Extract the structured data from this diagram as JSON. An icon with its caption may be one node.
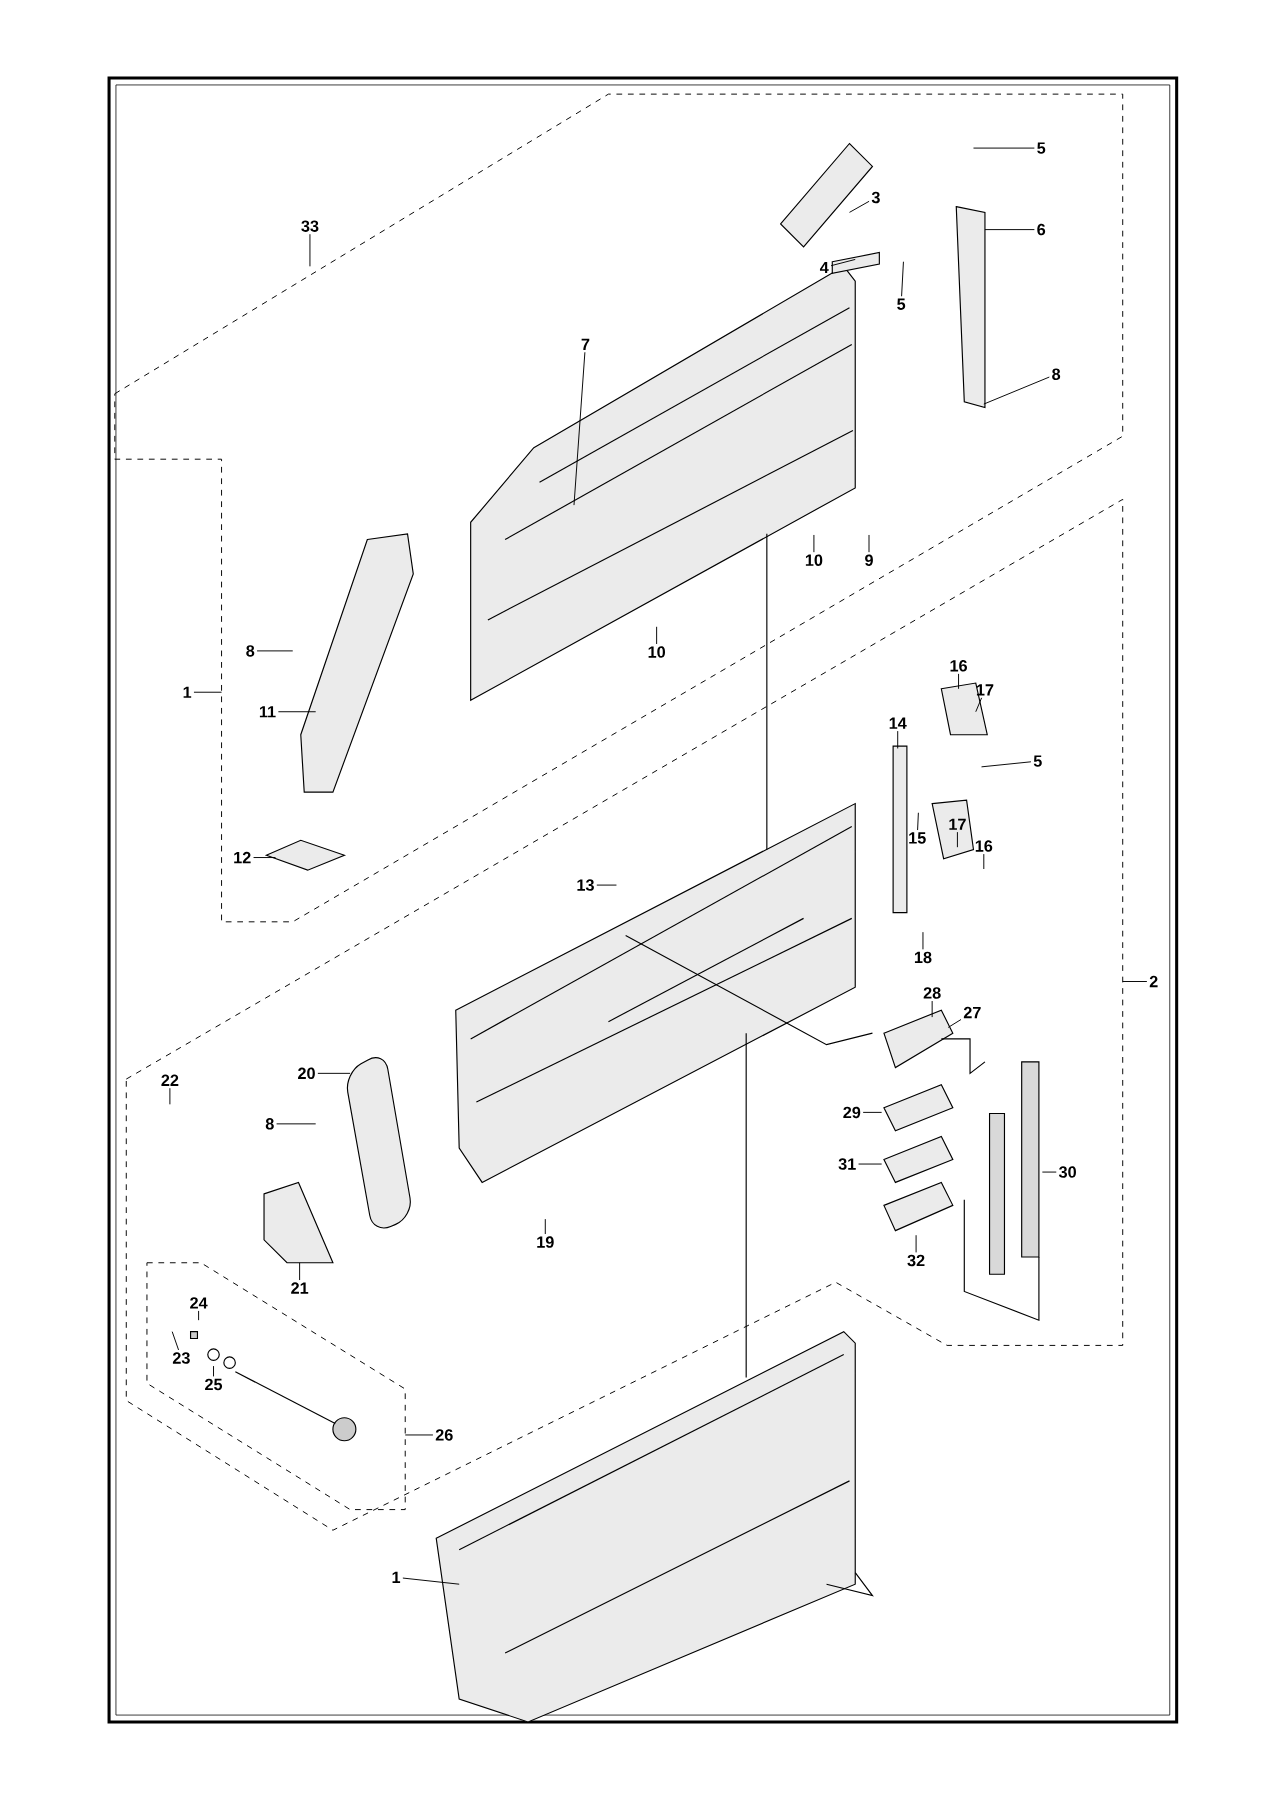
{
  "diagram": {
    "nodes": [
      {
        "text": [
          "5"
        ]
      },
      {
        "text": [
          "3"
        ]
      },
      {
        "text": [
          "33"
        ]
      },
      {
        "text": [
          "6"
        ]
      },
      {
        "text": [
          "4"
        ]
      },
      {
        "text": [
          "5"
        ]
      },
      {
        "text": [
          "7"
        ]
      },
      {
        "text": [
          "8"
        ]
      },
      {
        "text": [
          "10"
        ]
      },
      {
        "text": [
          "9"
        ]
      },
      {
        "text": [
          "10"
        ]
      },
      {
        "text": [
          "8"
        ]
      },
      {
        "text": [
          "16"
        ]
      },
      {
        "text": [
          "1"
        ]
      },
      {
        "text": [
          "17"
        ]
      },
      {
        "text": [
          "11"
        ]
      },
      {
        "text": [
          "14"
        ]
      },
      {
        "text": [
          "5"
        ]
      },
      {
        "text": [
          "17"
        ]
      },
      {
        "text": [
          "15"
        ]
      },
      {
        "text": [
          "16"
        ]
      },
      {
        "text": [
          "12"
        ]
      },
      {
        "text": [
          "13"
        ]
      },
      {
        "text": [
          "18"
        ]
      },
      {
        "text": [
          "2"
        ]
      },
      {
        "text": [
          "28"
        ]
      },
      {
        "text": [
          "27"
        ]
      },
      {
        "text": [
          "20"
        ]
      },
      {
        "text": [
          "22"
        ]
      },
      {
        "text": [
          "29"
        ]
      },
      {
        "text": [
          "8"
        ]
      },
      {
        "text": [
          "31"
        ]
      },
      {
        "text": [
          "30"
        ]
      },
      {
        "text": [
          "19"
        ]
      },
      {
        "text": [
          "32"
        ]
      },
      {
        "text": [
          "21"
        ]
      },
      {
        "text": [
          "24"
        ]
      },
      {
        "text": [
          "23"
        ]
      },
      {
        "text": [
          "25"
        ]
      },
      {
        "text": [
          "26"
        ]
      },
      {
        "text": [
          "1"
        ]
      }
    ],
    "edges": [
      {
        "from": 0,
        "to": null,
        "arrow": "none"
      },
      {
        "from": 1,
        "to": null,
        "arrow": "none"
      },
      {
        "from": 2,
        "to": null,
        "arrow": "none"
      },
      {
        "from": 3,
        "to": null,
        "arrow": "none"
      },
      {
        "from": 4,
        "to": null,
        "arrow": "none"
      },
      {
        "from": 5,
        "to": null,
        "arrow": "none"
      },
      {
        "from": 6,
        "to": null,
        "arrow": "none"
      },
      {
        "from": 7,
        "to": null,
        "arrow": "none"
      },
      {
        "from": 8,
        "to": null,
        "arrow": "none"
      },
      {
        "from": 9,
        "to": null,
        "arrow": "none"
      },
      {
        "from": 10,
        "to": null,
        "arrow": "none"
      },
      {
        "from": 11,
        "to": null,
        "arrow": "none"
      },
      {
        "from": 12,
        "to": null,
        "arrow": "none"
      },
      {
        "from": 13,
        "to": null,
        "arrow": "none"
      },
      {
        "from": 14,
        "to": null,
        "arrow": "none"
      },
      {
        "from": 15,
        "to": null,
        "arrow": "none"
      },
      {
        "from": 16,
        "to": null,
        "arrow": "none"
      },
      {
        "from": 17,
        "to": null,
        "arrow": "none"
      },
      {
        "from": 18,
        "to": null,
        "arrow": "none"
      },
      {
        "from": 19,
        "to": null,
        "arrow": "none"
      },
      {
        "from": 20,
        "to": null,
        "arrow": "none"
      },
      {
        "from": 21,
        "to": null,
        "arrow": "none"
      },
      {
        "from": 22,
        "to": null,
        "arrow": "none"
      },
      {
        "from": 23,
        "to": null,
        "arrow": "none"
      },
      {
        "from": 24,
        "to": null,
        "arrow": "none"
      },
      {
        "from": 25,
        "to": null,
        "arrow": "none"
      },
      {
        "from": 26,
        "to": null,
        "arrow": "none"
      },
      {
        "from": 27,
        "to": null,
        "arrow": "none"
      },
      {
        "from": 28,
        "to": null,
        "arrow": "none"
      },
      {
        "from": 29,
        "to": null,
        "arrow": "none"
      },
      {
        "from": 30,
        "to": null,
        "arrow": "none"
      },
      {
        "from": 31,
        "to": null,
        "arrow": "none"
      },
      {
        "from": 32,
        "to": null,
        "arrow": "none"
      },
      {
        "from": 33,
        "to": null,
        "arrow": "none"
      },
      {
        "from": 34,
        "to": null,
        "arrow": "none"
      },
      {
        "from": 35,
        "to": null,
        "arrow": "none"
      },
      {
        "from": 36,
        "to": null,
        "arrow": "none"
      },
      {
        "from": 37,
        "to": null,
        "arrow": "none"
      },
      {
        "from": 38,
        "to": null,
        "arrow": "none"
      },
      {
        "from": 39,
        "to": null,
        "arrow": "none"
      },
      {
        "from": 40,
        "to": null,
        "arrow": "none"
      }
    ]
  }
}
